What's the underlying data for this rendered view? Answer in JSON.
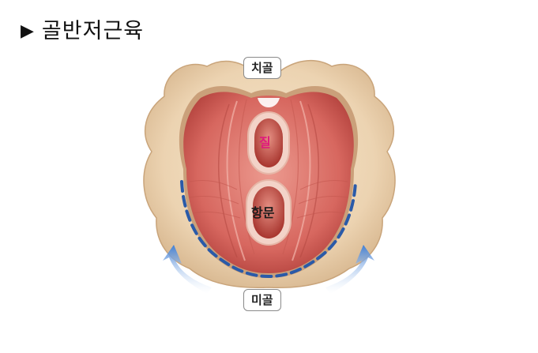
{
  "header": {
    "marker": "▶",
    "title": "골반저근육"
  },
  "labels": {
    "pubic_bone": "치골",
    "vagina": "질",
    "anus": "항문",
    "tailbone": "미골"
  },
  "colors": {
    "bone": "#eed8bb",
    "muscle": "#d9736a",
    "muscle_dark": "#b6453f",
    "dashed_outline": "#2a5aa8",
    "arrow": "#3f7fd6",
    "vagina_label": "#e0197d"
  }
}
